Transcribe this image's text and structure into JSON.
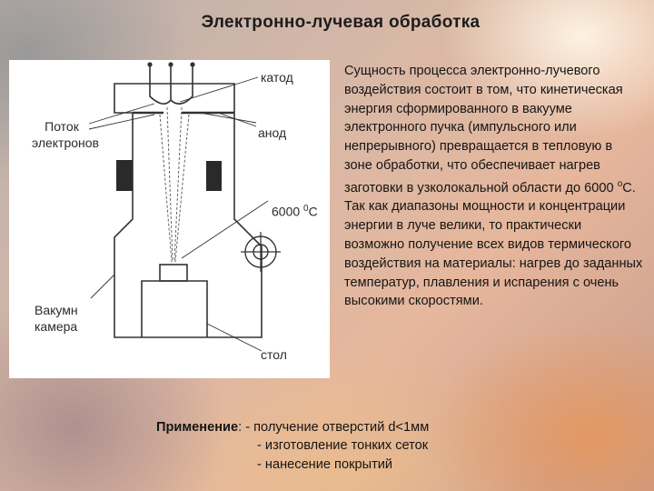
{
  "slide": {
    "title": "Электронно-лучевая обработка"
  },
  "diagram": {
    "labels": {
      "cathode": "катод",
      "electron_flow_1": "Поток",
      "electron_flow_2": "электронов",
      "anode": "анод",
      "temperature_value": "6000 ",
      "temperature_sup": "0",
      "temperature_unit": "С",
      "vacuum_chamber_1": "Вакумн",
      "vacuum_chamber_2": "камера",
      "table": "стол"
    }
  },
  "essence": {
    "text_before": "Сущность процесса электронно-лучевого воздействия состоит в том, что кинетическая энергия сформированного в вакууме электронного пучка (импульсного или непрерывного) превращается в тепловую в зоне обработки, что обеспечивает нагрев заготовки в узколокальной области до 6000 ",
    "degree_sup": "о",
    "text_after": "С. Так как диапазоны мощности и концентрации энергии в луче велики, то практически возможно получение всех видов термического воздействия на материалы: нагрев до заданных температур, плавления и испарения с очень высокими скоростями."
  },
  "application": {
    "label": "Применение",
    "first_line_rest": ": - получение отверстий d<1мм",
    "items": [
      "- изготовление тонких сеток",
      "- нанесение покрытий"
    ]
  }
}
